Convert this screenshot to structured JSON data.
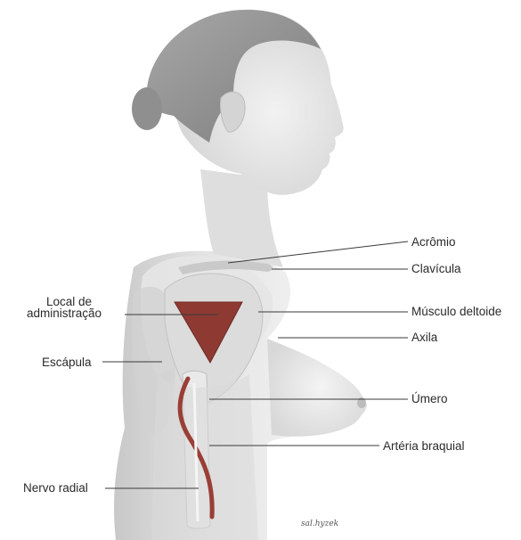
{
  "labels": {
    "acromio": "Acrômio",
    "clavicula": "Clavícula",
    "local_line1": "Local de",
    "local_line2": "administração",
    "musculo_deltoide": "Músculo deltoide",
    "axila": "Axila",
    "escapula": "Escápula",
    "umero": "Úmero",
    "arteria_braquial": "Artéria braquial",
    "nervo_radial": "Nervo radial"
  },
  "signature": "sal.hyzek",
  "colors": {
    "injection_site": "#8e3a33",
    "nerve": "#9a3e36",
    "skin_light": "#ececec",
    "skin_mid": "#d6d6d6",
    "hair": "#9a9a9a",
    "leader_line": "#3a3a3a"
  }
}
